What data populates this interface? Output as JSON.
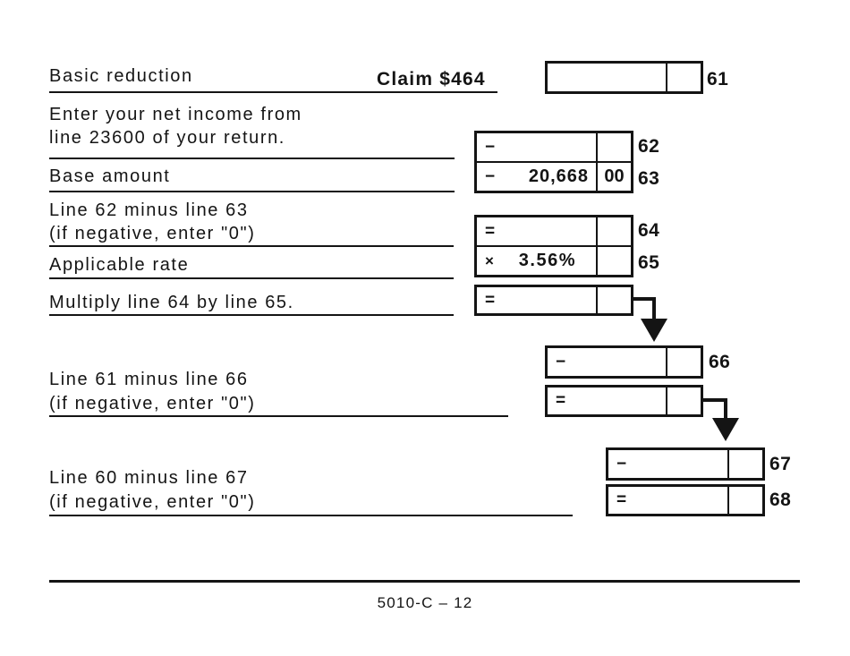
{
  "page": {
    "footer": "5010-C – 12",
    "ink": "#141414"
  },
  "labels": {
    "basic_reduction": "Basic reduction",
    "claim": "Claim $464",
    "net_income_1": "Enter your net income from",
    "net_income_2": "line 23600 of your return.",
    "base_amount": "Base amount",
    "l62_minus_l63_1": "Line 62 minus line 63",
    "l62_minus_l63_2": "(if negative, enter \"0\")",
    "applicable_rate": "Applicable rate",
    "multiply_64_65": "Multiply line 64 by line 65.",
    "l61_minus_l66_1": "Line 61 minus line 66",
    "l61_minus_l66_2": "(if negative, enter \"0\")",
    "l60_minus_l67_1": "Line 60 minus line 67",
    "l60_minus_l67_2": "(if negative, enter \"0\")"
  },
  "boxes": {
    "b61": {
      "operator": "",
      "amount": "",
      "cents": "",
      "line_no": "61"
    },
    "b62": {
      "operator": "−",
      "amount": "",
      "cents": "",
      "line_no": "62"
    },
    "b63": {
      "operator": "−",
      "amount": "20,668",
      "cents": "00",
      "line_no": "63"
    },
    "b64": {
      "operator": "=",
      "amount": "",
      "cents": "",
      "line_no": "64"
    },
    "b65": {
      "operator": "×",
      "amount": "3.56%",
      "cents": "",
      "line_no": "65"
    },
    "b66_feed": {
      "operator": "=",
      "amount": "",
      "cents": ""
    },
    "b66": {
      "operator": "−",
      "amount": "",
      "cents": "",
      "line_no": "66"
    },
    "b67_feed": {
      "operator": "=",
      "amount": "",
      "cents": ""
    },
    "b67": {
      "operator": "−",
      "amount": "",
      "cents": "",
      "line_no": "67"
    },
    "b68": {
      "operator": "=",
      "amount": "",
      "cents": "",
      "line_no": "68"
    }
  }
}
